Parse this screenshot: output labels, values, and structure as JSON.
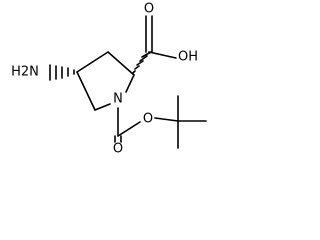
{
  "molecule": {
    "atoms": {
      "oxygen_carbonyl_acid": "O",
      "hydroxyl_acid": "OH",
      "amine": "H2N",
      "nitrogen_ring": "N",
      "oxygen_carbonyl_boc": "O",
      "oxygen_ester_boc": "O"
    }
  }
}
